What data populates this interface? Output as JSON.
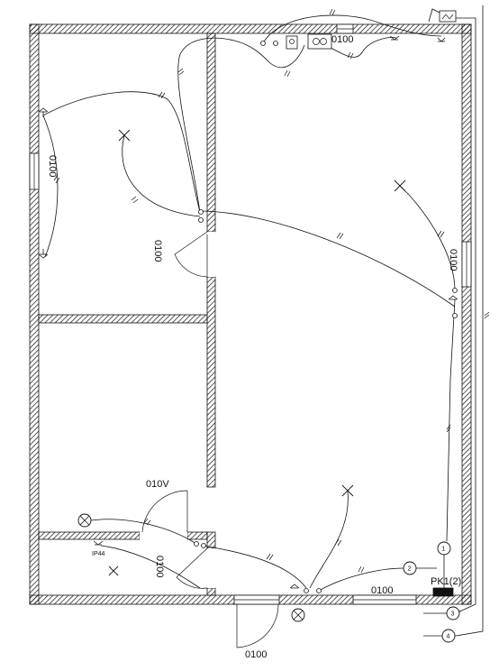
{
  "labels": {
    "window_top": "0100",
    "window_left": "0100",
    "door_upper_left": "0100",
    "window_right": "0100",
    "door_mid": "010V",
    "door_lower": "0100",
    "window_bottom": "0100",
    "door_entrance": "0100",
    "ip_rating": "IP44",
    "panel": "PK1(2)"
  },
  "circuits": [
    {
      "id": "c1",
      "label": "1"
    },
    {
      "id": "c2",
      "label": "2"
    },
    {
      "id": "c3",
      "label": "3"
    },
    {
      "id": "c4",
      "label": "4"
    }
  ]
}
